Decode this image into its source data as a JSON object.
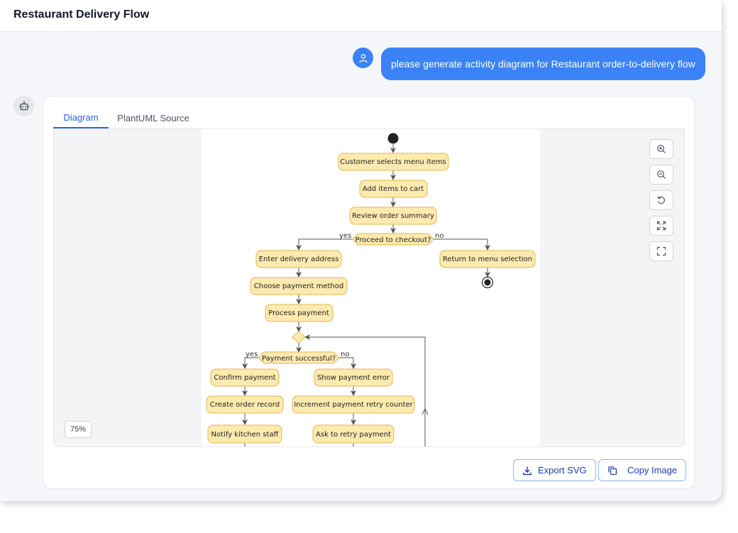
{
  "header": {
    "title": "Restaurant Delivery Flow"
  },
  "user_message": {
    "text": "please generate activity diagram for Restaurant order-to-delivery flow"
  },
  "tabs": [
    {
      "label": "Diagram",
      "active": true
    },
    {
      "label": "PlantUML Source",
      "active": false
    }
  ],
  "diagram": {
    "nodes": {
      "select_items": "Customer selects menu items",
      "add_to_cart": "Add items to cart",
      "review_summary": "Review order summary",
      "checkout_decision": "Proceed to checkout?",
      "enter_address": "Enter delivery address",
      "return_menu": "Return to menu selection",
      "choose_payment": "Choose payment method",
      "process_payment": "Process payment",
      "payment_decision": "Payment successful?",
      "confirm_payment": "Confirm payment",
      "show_error": "Show payment error",
      "create_record": "Create order record",
      "increment_retry": "Increment payment retry counter",
      "notify_kitchen": "Notify kitchen staff",
      "ask_retry": "Ask to retry payment"
    },
    "guards": {
      "checkout_yes": "yes",
      "checkout_no": "no",
      "payment_yes": "yes",
      "payment_no": "no"
    }
  },
  "zoom": {
    "level": "75%"
  },
  "actions": {
    "export_svg": "Export SVG",
    "copy_image": "Copy Image"
  },
  "colors": {
    "accent": "#3b82f6",
    "node_fill": "#fdeaaf",
    "node_border": "#e2b552"
  }
}
